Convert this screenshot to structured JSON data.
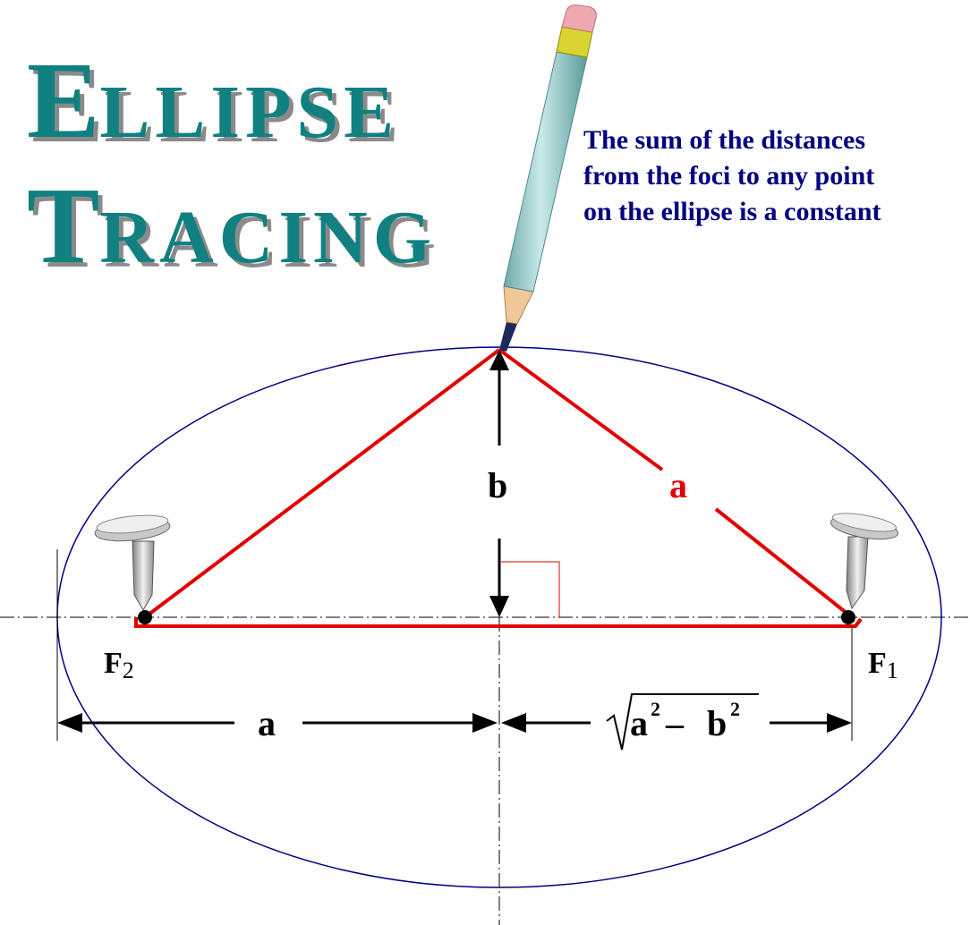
{
  "title": {
    "line1_first": "E",
    "line1_rest": "LLIPSE",
    "line2_first": "T",
    "line2_rest": "RACING"
  },
  "caption": {
    "line1": "The sum of the distances",
    "line2": "from the foci to any point",
    "line3": "on the ellipse is a constant"
  },
  "labels": {
    "b": "b",
    "a_red": "a",
    "a_bottom": "a",
    "focus_left": "F",
    "focus_left_sub": "2",
    "focus_right": "F",
    "focus_right_sub": "1",
    "formula_a": "a",
    "formula_sup1": "2",
    "formula_minus": "–",
    "formula_b": "b",
    "formula_sup2": "2"
  },
  "colors": {
    "title": "#108080",
    "caption": "#000080",
    "ellipse": "#000080",
    "string": "#e00000",
    "right_angle": "#e00000"
  }
}
